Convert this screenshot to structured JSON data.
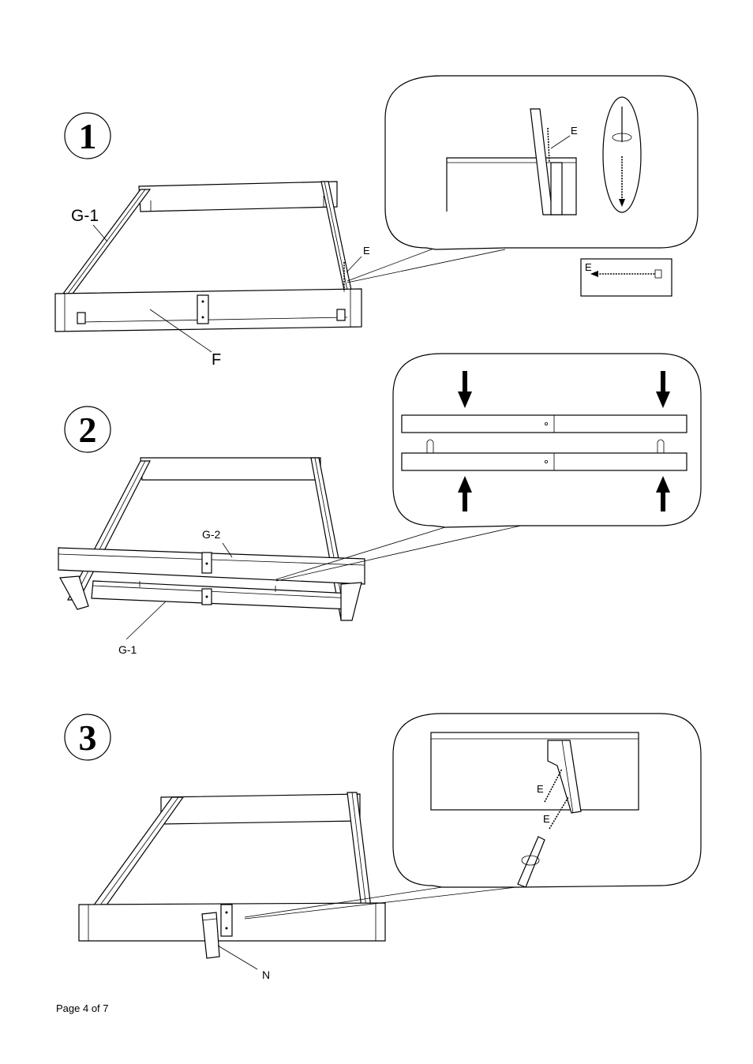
{
  "steps": [
    {
      "number": "1",
      "labels": {
        "side_rail": "G-1",
        "footboard": "F",
        "screw": "E",
        "detail_screw": "E"
      },
      "parts_box": {
        "label": "E"
      }
    },
    {
      "number": "2",
      "labels": {
        "front_slat": "G-2",
        "rear_slat": "G-1"
      }
    },
    {
      "number": "3",
      "labels": {
        "leg": "N",
        "screw_upper": "E",
        "screw_lower": "E"
      }
    }
  ],
  "footer": {
    "page_text": "Page 4 of 7"
  }
}
